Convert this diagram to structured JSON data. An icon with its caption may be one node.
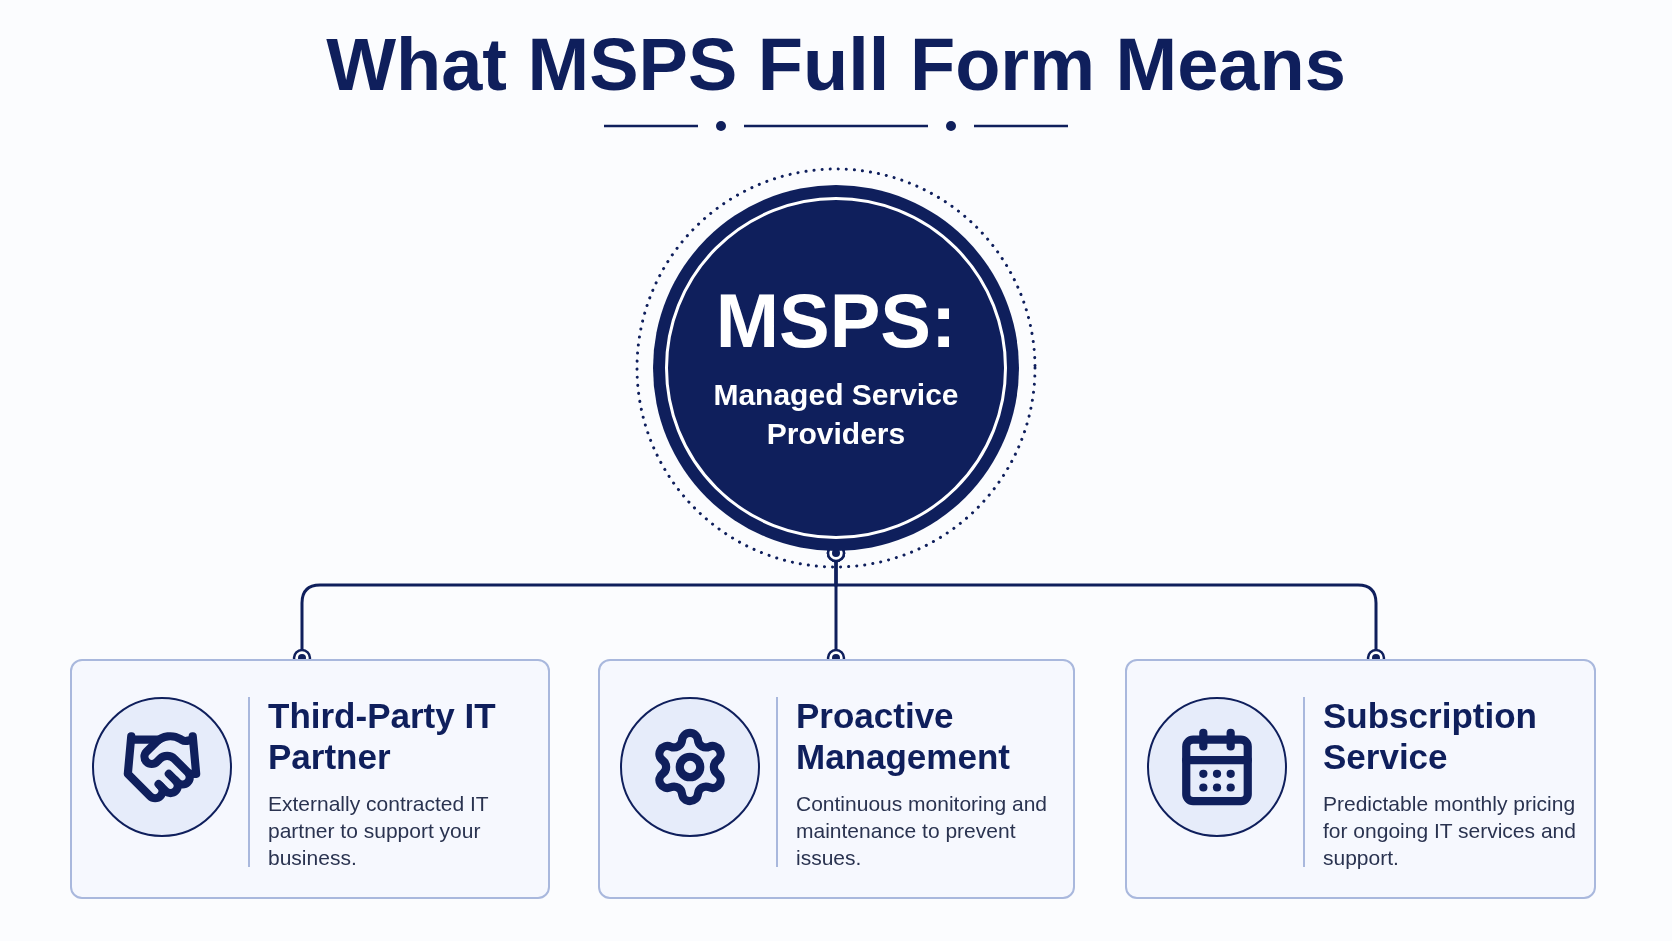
{
  "diagram": {
    "title": "What MSPS Full Form Means",
    "nodes": [
      {
        "text": [
          "MSPS:",
          "Managed Service Providers"
        ]
      },
      {
        "text": [
          "Third-Party IT Partner",
          "Externally contracted IT partner to support your business."
        ]
      },
      {
        "text": [
          "Proactive Management",
          "Continuous monitoring and maintenance to prevent issues."
        ]
      },
      {
        "text": [
          "Subscription Service",
          "Predictable monthly pricing for ongoing IT services and support."
        ]
      }
    ],
    "edges": [
      {
        "from": 0,
        "to": 1,
        "arrow": "other"
      },
      {
        "from": 0,
        "to": 2,
        "arrow": "other"
      },
      {
        "from": 0,
        "to": 3,
        "arrow": "other"
      }
    ]
  }
}
